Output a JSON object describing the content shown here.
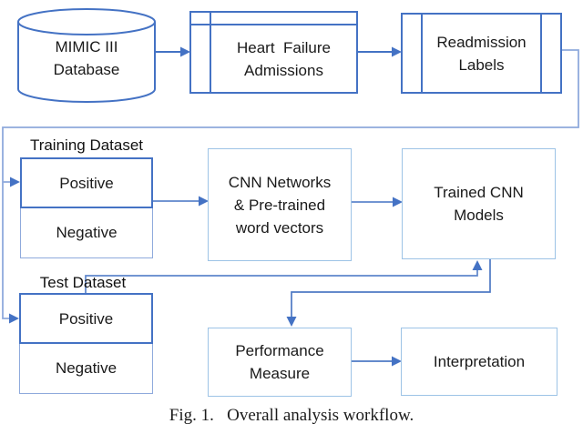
{
  "figure": {
    "caption": "Fig. 1.   Overall analysis workflow.",
    "colors": {
      "primary_blue": "#4472C4",
      "light_blue": "#9DC3E6",
      "connector_light_blue": "#8FAADC",
      "text": "#1A1A1A",
      "background": "#FFFFFF"
    },
    "nodes": {
      "mimic_database": {
        "label": "MIMIC III\nDatabase",
        "shape": "cylinder"
      },
      "heart_failure_admissions": {
        "label": "Heart  Failure\nAdmissions",
        "shape": "internal-storage"
      },
      "readmission_labels": {
        "label": "Readmission\nLabels",
        "shape": "predefined-process"
      },
      "training_dataset": {
        "label": "Training Dataset",
        "positive": "Positive",
        "negative": "Negative"
      },
      "test_dataset": {
        "label": "Test Dataset",
        "positive": "Positive",
        "negative": "Negative"
      },
      "cnn_networks": {
        "label": "CNN Networks\n& Pre-trained\nword vectors",
        "shape": "rect"
      },
      "trained_cnn_models": {
        "label": "Trained CNN\nModels",
        "shape": "rect"
      },
      "performance_measure": {
        "label": "Performance\nMeasure",
        "shape": "rect"
      },
      "interpretation": {
        "label": "Interpretation",
        "shape": "rect"
      }
    },
    "edges": [
      {
        "from": "mimic_database",
        "to": "heart_failure_admissions"
      },
      {
        "from": "heart_failure_admissions",
        "to": "readmission_labels"
      },
      {
        "from": "readmission_labels",
        "to": "training_dataset.positive"
      },
      {
        "from": "readmission_labels",
        "to": "test_dataset.positive"
      },
      {
        "from": "training_dataset",
        "to": "cnn_networks"
      },
      {
        "from": "cnn_networks",
        "to": "trained_cnn_models"
      },
      {
        "from": "test_dataset",
        "to": "trained_cnn_models"
      },
      {
        "from": "trained_cnn_models",
        "to": "performance_measure"
      },
      {
        "from": "performance_measure",
        "to": "interpretation"
      }
    ]
  }
}
